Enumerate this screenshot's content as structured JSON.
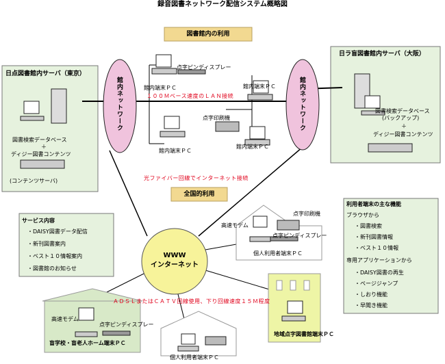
{
  "title": "録音図書ネットワーク配信システム概略図",
  "banners": {
    "library_use": "図書館内の利用",
    "nationwide_use": "全国的利用"
  },
  "tokyo": {
    "header": "日点図書館内サーバ（東京）",
    "db": "図書検索データベース",
    "plus": "＋",
    "daisy": "ディジー図書コンテンツ",
    "server": "(コンテンツサーバ)"
  },
  "osaka": {
    "header": "日ラ盲図書館内サーバ（大阪）",
    "db": "図書検索データベース",
    "backup": "(バックアップ)",
    "plus": "＋",
    "daisy": "ディジー図書コンテンツ"
  },
  "network": {
    "left": "館内ネットワーク",
    "right": "館内ネットワーク",
    "lan": "１００Ｍベース速度のＬＡＮ接続",
    "fiber": "光ファイバー回線でインターネット接続",
    "adsl": "ＡＤＳＬまたはＣＡＴＶ回線使用、下り回線速度１５Ｍ程度",
    "www_1": "WWW",
    "www_2": "インターネット"
  },
  "lan_devices": {
    "braille_display": "点字ピンディスプレー",
    "pc1": "館内端末ＰＣ",
    "pc2": "館内端末ＰＣ",
    "pc3": "館内端末ＰＣ",
    "printer": "点字印刷機",
    "pc4": "館内端末ＰＣ"
  },
  "services": {
    "header": "サービス内容",
    "items": [
      "・DAISY図書データ配信",
      "・新刊図書案内",
      "・ベスト１０情報案内",
      "・図書館のお知らせ"
    ]
  },
  "user_functions": {
    "header": "利用者端末の主な機能",
    "browser": "ブラウザから",
    "browser_items": [
      "・図書検索",
      "・新刊図書情報",
      "・ベスト１０情報"
    ],
    "app": "専用アプリケーションから",
    "app_items": [
      "・DAISY図書の再生",
      "・ページジャンプ",
      "・しおり機能",
      "・早聞き機能"
    ]
  },
  "home_user": {
    "printer": "点字印刷機",
    "modem": "高速モデム",
    "braille_display": "点字ピンディスプレー",
    "pc": "個人利用者端末ＰＣ"
  },
  "school": {
    "modem": "高速モデム",
    "braille_display": "点字ピンディスプレー",
    "label": "盲学校・盲老人ホーム端末ＰＣ"
  },
  "home_user2": {
    "pc": "個人利用者端末ＰＣ"
  },
  "braille_lib": {
    "label": "地域点字図書館端末ＰＣ"
  }
}
